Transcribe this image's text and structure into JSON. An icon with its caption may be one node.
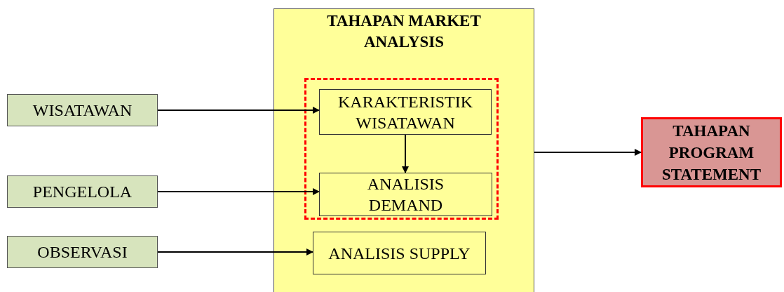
{
  "diagram": {
    "nodes": [
      {
        "text": [
          "TAHAPAN MARKET ANALYSIS"
        ]
      },
      {
        "text": [],
        "shape": "box",
        "in": 0
      },
      {
        "text": [
          "KARAKTERISTIK WISATAWAN"
        ],
        "in": 1
      },
      {
        "text": [
          "ANALISIS DEMAND"
        ],
        "in": 1
      },
      {
        "text": [
          "ANALISIS SUPPLY"
        ],
        "in": 0
      },
      {
        "text": [
          "WISATAWAN"
        ]
      },
      {
        "text": [
          "PENGELOLA"
        ]
      },
      {
        "text": [
          "OBSERVASI"
        ]
      },
      {
        "text": [
          "TAHAPAN PROGRAM STATEMENT"
        ]
      }
    ],
    "edges": [
      {
        "from": 5,
        "to": 2,
        "arrow": "to"
      },
      {
        "from": 2,
        "to": 3,
        "arrow": "to"
      },
      {
        "from": 6,
        "to": 3,
        "arrow": "to"
      },
      {
        "from": 7,
        "to": 4,
        "arrow": "to"
      },
      {
        "from": 0,
        "to": 8,
        "arrow": "to"
      }
    ]
  }
}
